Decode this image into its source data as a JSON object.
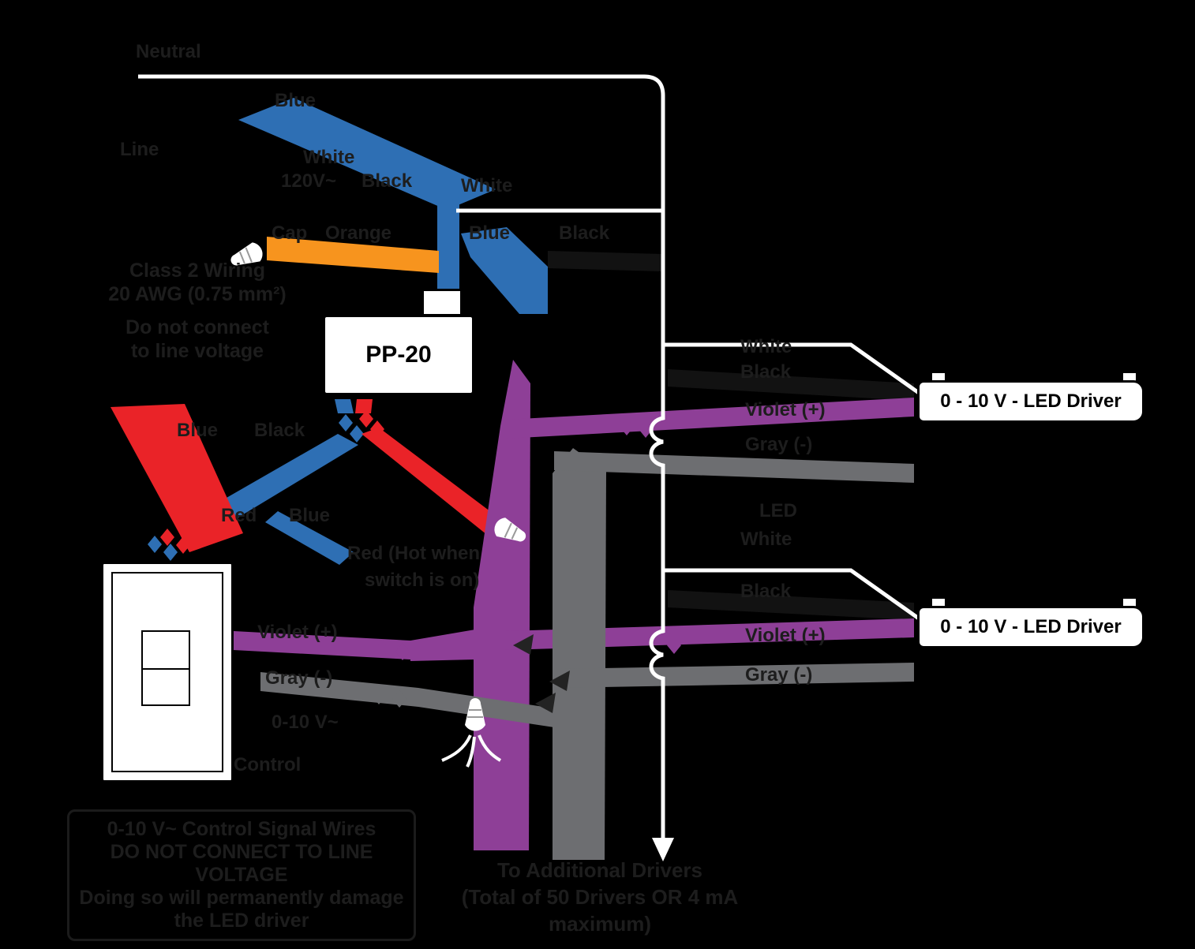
{
  "diagram": {
    "devices": {
      "pp20": "PP-20",
      "driver1": "0 - 10 V -  LED Driver",
      "driver2": "0 - 10 V -  LED Driver"
    },
    "labels": {
      "neutral": "Neutral",
      "line": "Line",
      "blue_feed": "Blue",
      "white_feed": "White",
      "supply_voltage": "120V~",
      "supply_black": "Black",
      "supply_white": "White",
      "cap": "Cap",
      "orange": "Orange",
      "blue_switched": "Blue",
      "black_switched": "Black",
      "blue_sw1": "Blue",
      "black_sw1": "Black",
      "red_sw": "Red",
      "blue_sw2": "Blue",
      "red_hot_1": "Red (Hot when",
      "red_hot_2": "switch is on)",
      "violet_control": "Violet (+)",
      "gray_control": "Gray (-)",
      "control_line1": "0-10 V~",
      "control_line2": "Control",
      "d1_white": "White",
      "d1_black": "Black",
      "d1_violet": "Violet (+)",
      "d1_gray": "Gray (-)",
      "d1_led": "LED",
      "d1_white2": "White",
      "d2_black": "Black",
      "d2_violet": "Violet (+)",
      "d2_gray": "Gray (-)"
    },
    "notes": {
      "class2_1": "Class 2 Wiring",
      "class2_2": "20 AWG (0.75 mm²)",
      "class2_3": "Do not connect",
      "class2_4": "to line voltage",
      "warning_1": "0-10 V~ Control Signal Wires",
      "warning_2": "DO NOT CONNECT TO LINE VOLTAGE",
      "warning_3": "Doing so will permanently damage",
      "warning_4": "the LED driver",
      "additional_1": "To Additional Drivers",
      "additional_2": "(Total of 50 Drivers OR 4 mA maximum)"
    },
    "colors": {
      "background": "#000000",
      "blue": "#2e6fb4",
      "orange": "#f7941e",
      "red": "#ea2328",
      "violet": "#8e3f97",
      "gray": "#6d6e71",
      "wire_white": "#ffffff",
      "label_text": "#1d1d1d"
    }
  }
}
